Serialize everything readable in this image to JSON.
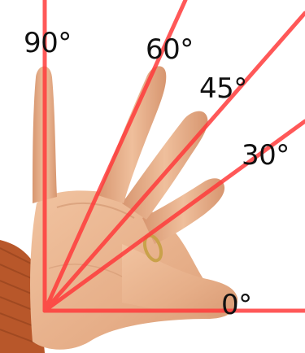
{
  "scene": {
    "subject": "hand with fingers spread",
    "line_color": "#ff3b3b",
    "skin_color": "#e9b48f",
    "sleeve_color": "#b8572a"
  },
  "angle_labels": {
    "deg_90": "90°",
    "deg_60": "60°",
    "deg_45": "45°",
    "deg_30": "30°",
    "deg_0": "0°"
  }
}
